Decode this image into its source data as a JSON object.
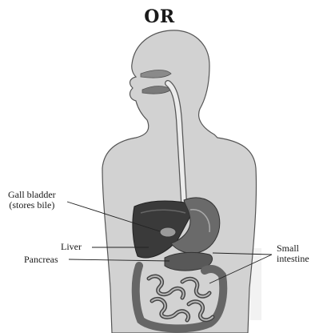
{
  "heading": "OR",
  "labels": {
    "gall_bladder": {
      "line1": "Gall bladder",
      "line2": "(stores bile)"
    },
    "liver": "Liver",
    "pancreas": "Pancreas",
    "small_intestine": {
      "line1": "Small",
      "line2": "intestine"
    }
  }
}
